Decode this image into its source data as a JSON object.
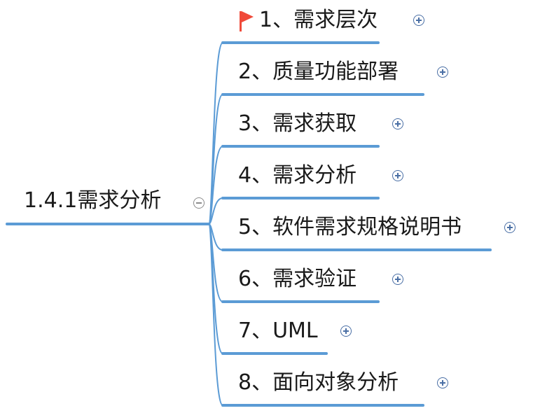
{
  "root": {
    "label": "1.4.1需求分析",
    "toggle": "collapse"
  },
  "branches": [
    {
      "label": "1、需求层次",
      "flag": true,
      "toggle": "expand"
    },
    {
      "label": "2、质量功能部署",
      "flag": false,
      "toggle": "expand"
    },
    {
      "label": "3、需求获取",
      "flag": false,
      "toggle": "expand"
    },
    {
      "label": "4、需求分析",
      "flag": false,
      "toggle": "expand"
    },
    {
      "label": "5、软件需求规格说明书",
      "flag": false,
      "toggle": "expand"
    },
    {
      "label": "6、需求验证",
      "flag": false,
      "toggle": "expand"
    },
    {
      "label": "7、UML",
      "flag": false,
      "toggle": "expand"
    },
    {
      "label": "8、面向对象分析",
      "flag": false,
      "toggle": "expand"
    }
  ],
  "colors": {
    "line": "#5b9bd5",
    "flag": "#f04a3a",
    "text": "#1a1a1a"
  },
  "icons": {
    "flag": "flag-icon",
    "expand": "plus-circle-icon",
    "collapse": "minus-circle-icon"
  }
}
